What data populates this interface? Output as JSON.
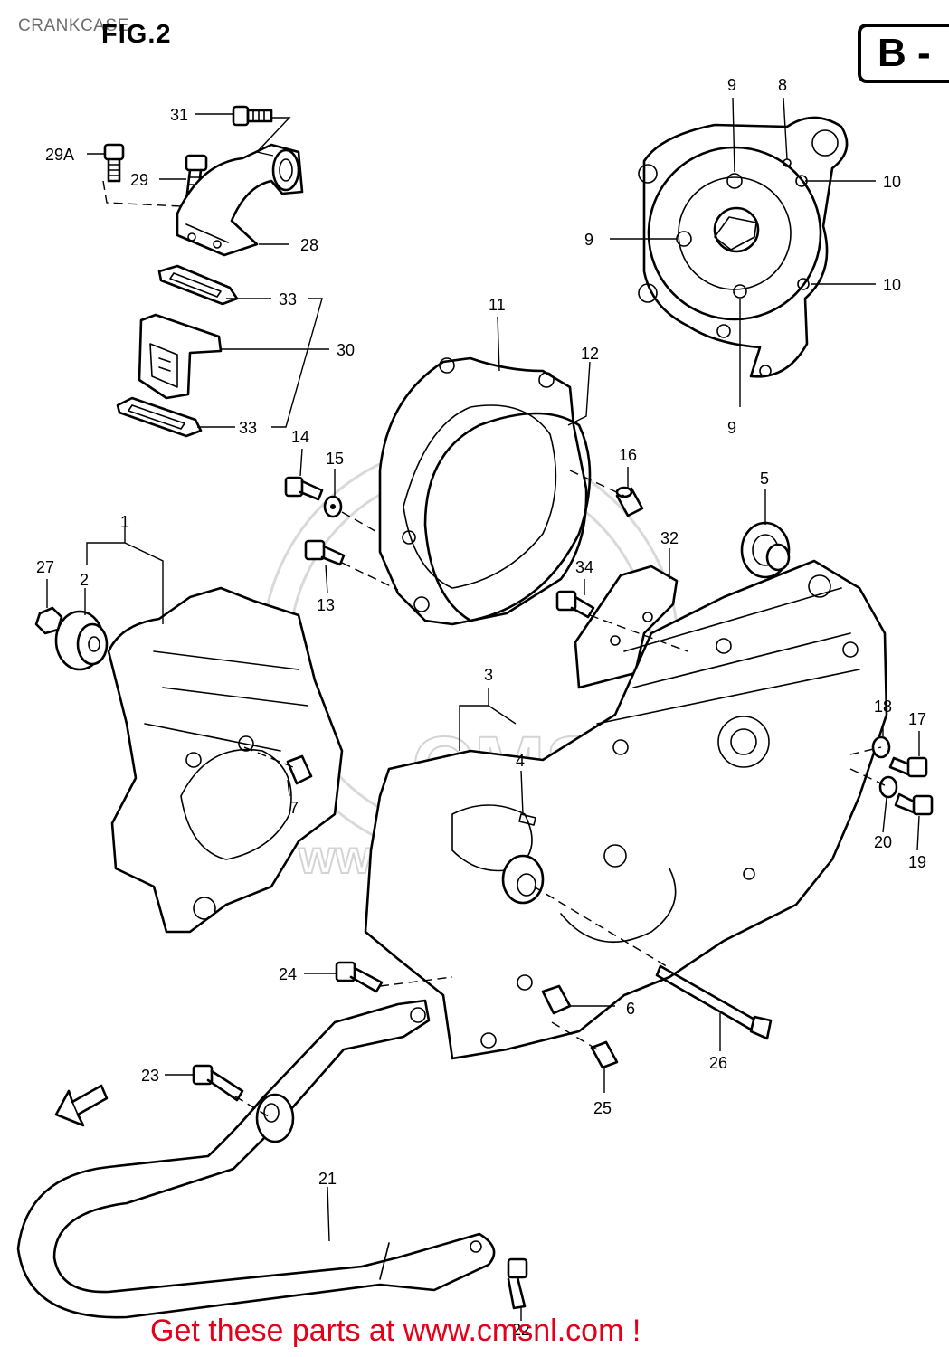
{
  "header": {
    "page_title": "CRANKCASE",
    "figure_label": "FIG.2",
    "section_badge": "B -"
  },
  "watermark": {
    "text": "CMS",
    "url_text": "www.cmsnl.com"
  },
  "callouts": [
    "1",
    "2",
    "3",
    "4",
    "5",
    "6",
    "7",
    "8",
    "9",
    "10",
    "11",
    "12",
    "13",
    "14",
    "15",
    "16",
    "17",
    "18",
    "19",
    "20",
    "21",
    "22",
    "23",
    "24",
    "25",
    "26",
    "27",
    "28",
    "29",
    "29A",
    "30",
    "31",
    "32",
    "33",
    "34"
  ],
  "direction_arrow_icon": "front-arrow-icon",
  "footer": {
    "banner": "Get these parts at www.cmsnl.com !"
  },
  "colors": {
    "banner_text": "#e3001b",
    "title_text": "#6d6d6d",
    "line_art": "#000000",
    "watermark": "#d4d4d4"
  }
}
